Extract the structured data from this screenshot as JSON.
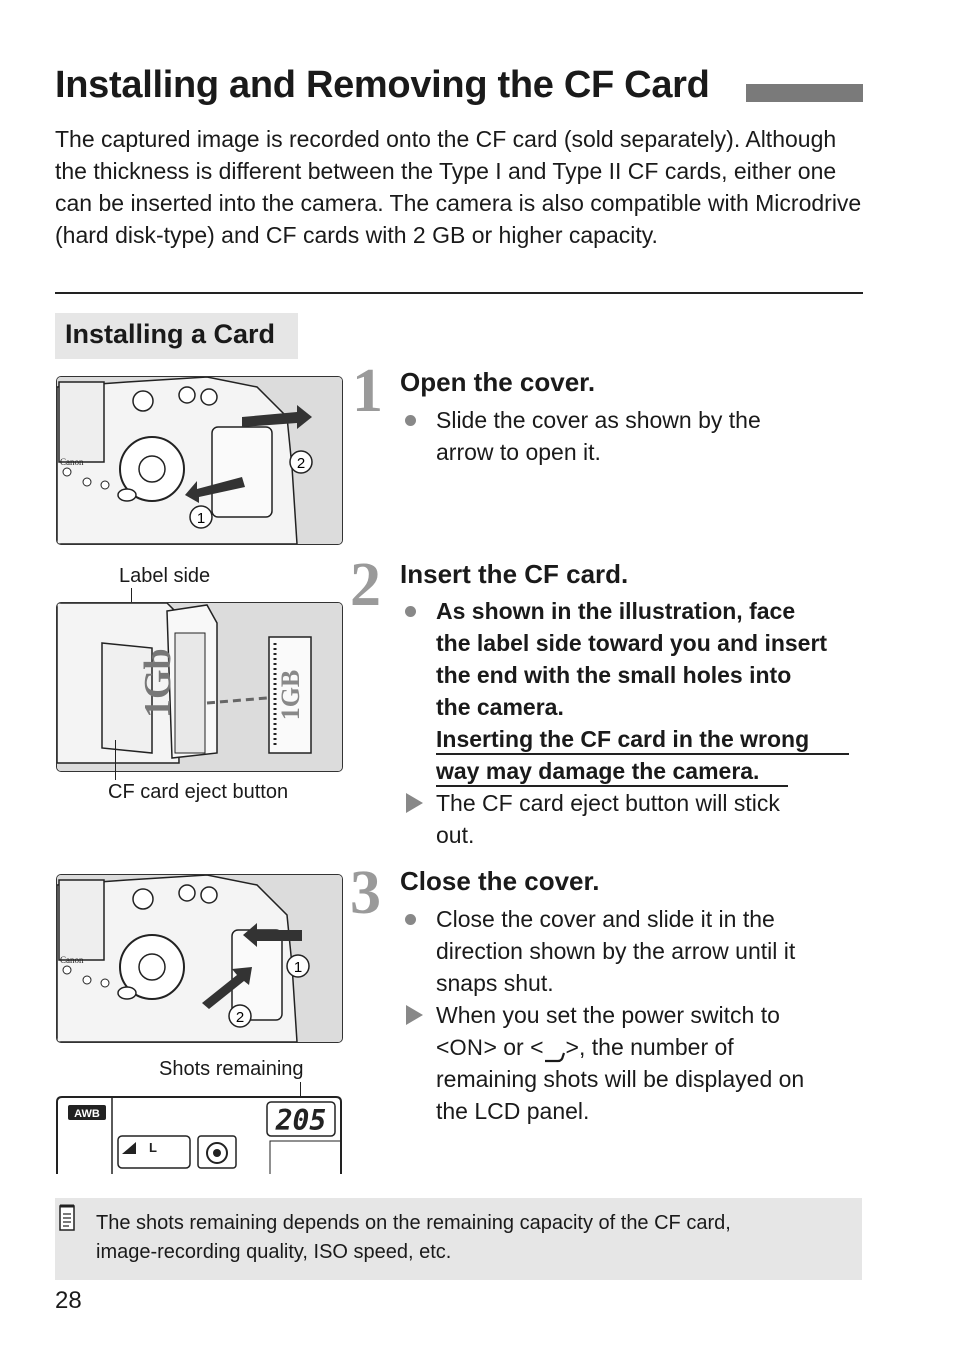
{
  "title": "Installing and Removing the CF Card",
  "intro": "The captured image is recorded onto the CF card (sold separately). Although the thickness is different between the Type I and Type II CF cards, either one can be inserted into the camera. The camera is also compatible with Microdrive (hard disk-type) and CF cards with 2 GB or higher capacity.",
  "section": "Installing a Card",
  "step1": {
    "number": "1",
    "heading": "Open the cover.",
    "bullet1_l1": "Slide the cover as shown by the",
    "bullet1_l2": "arrow to open it.",
    "callout1": "1",
    "callout2": "2",
    "brand": "Canon"
  },
  "step2": {
    "number": "2",
    "heading": "Insert the CF card.",
    "b_l1": "As shown in the illustration, face",
    "b_l2": "the label side toward you and insert",
    "b_l3": "the end with the small holes into",
    "b_l4": "the camera.",
    "w_l1": "Inserting the CF card in the wrong",
    "w_l2": "way may damage the camera.",
    "r_l1": "The CF card eject button will stick",
    "r_l2": "out.",
    "label_side": "Label side",
    "eject_label": "CF card eject button",
    "card_text": "1GB",
    "card_text2": "1Gb"
  },
  "step3": {
    "number": "3",
    "heading": "Close the cover.",
    "b_l1": "Close the cover and slide it in the",
    "b_l2": "direction shown by the arrow until it",
    "b_l3": "snaps shut.",
    "r_l1": "When you set the power switch to",
    "r_l2_a": "<",
    "r_l2_on": "ON",
    "r_l2_b": "> or <",
    "r_l2_c": ">, the number of",
    "r_l3": "remaining shots will be displayed on",
    "r_l4": "the LCD panel.",
    "callout1": "1",
    "callout2": "2",
    "shots_label": "Shots remaining",
    "lcd_awb": "AWB",
    "lcd_count": "205",
    "lcd_quality": "L",
    "brand": "Canon"
  },
  "note": {
    "icon": "memo-icon",
    "l1": "The shots remaining depends on the remaining capacity of the CF card,",
    "l2": "image-recording quality, ISO speed, etc."
  },
  "page_number": "28",
  "colors": {
    "step_number": "#9a9a9a",
    "panel_bg": "#e6e6e6",
    "title_bar": "#7a7a7a"
  }
}
